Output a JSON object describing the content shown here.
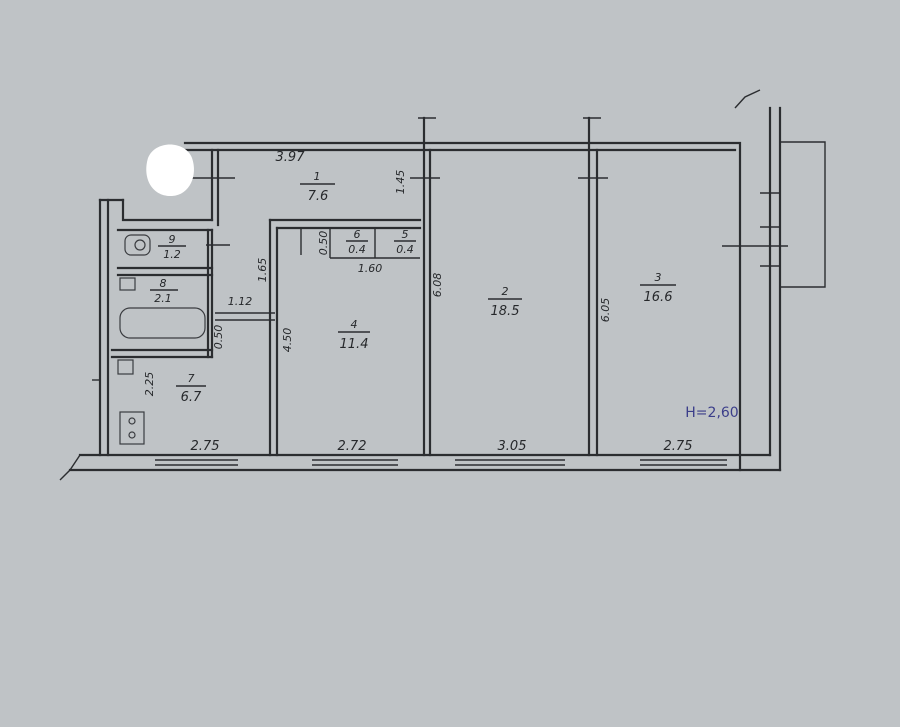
{
  "rooms": [
    {
      "num": "1",
      "area": "7.6"
    },
    {
      "num": "2",
      "area": "18.5"
    },
    {
      "num": "3",
      "area": "16.6"
    },
    {
      "num": "4",
      "area": "11.4"
    },
    {
      "num": "5",
      "area": "0.4"
    },
    {
      "num": "6",
      "area": "0.4"
    },
    {
      "num": "7",
      "area": "6.7"
    },
    {
      "num": "8",
      "area": "2.1"
    },
    {
      "num": "9",
      "area": "1.2"
    }
  ],
  "dimensions": {
    "hall_width": "3.97",
    "hall_depth": "1.45",
    "corridor": "1.60",
    "closet_width": "0.50",
    "room4_depth_top": "1.65",
    "room4_depth": "4.50",
    "room2_depth": "6.08",
    "room3_depth": "6.05",
    "bath_gap": "1.12",
    "bath_wall": "0.50",
    "kitchen_depth": "2.25",
    "kitchen_width": "2.75",
    "room4_width": "2.72",
    "room2_width": "3.05",
    "room3_width": "2.75"
  },
  "ceiling_height_note": "H=2,60"
}
